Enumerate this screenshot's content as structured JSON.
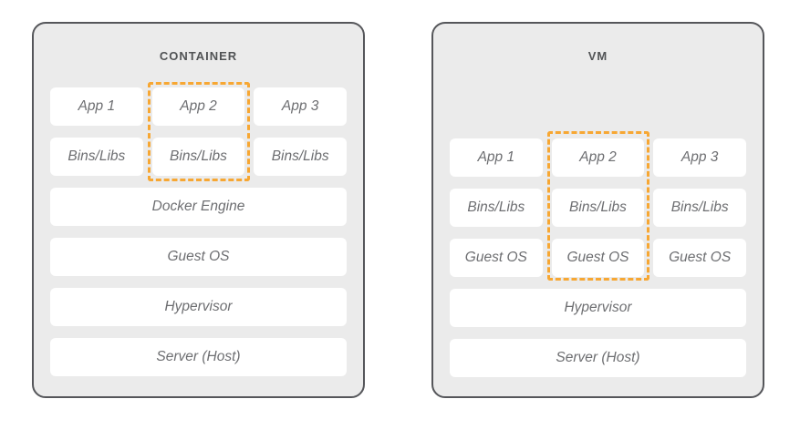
{
  "diagram": {
    "colors": {
      "accent": "#F7A733",
      "panel_bg": "#EBEBEB",
      "panel_border": "#55565A",
      "cell_bg": "#FFFFFF",
      "text_color": "#6D6E71",
      "title_color": "#515355"
    },
    "panels": [
      {
        "title": "CONTAINER",
        "grid": [
          [
            "App 1",
            "App 2",
            "App 3"
          ],
          [
            "Bins/Libs",
            "Bins/Libs",
            "Bins/Libs"
          ]
        ],
        "stack": [
          "Docker Engine",
          "Guest OS",
          "Hypervisor",
          "Server (Host)"
        ],
        "highlight": "App 2 column"
      },
      {
        "title": "VM",
        "grid": [
          [
            "App 1",
            "App 2",
            "App 3"
          ],
          [
            "Bins/Libs",
            "Bins/Libs",
            "Bins/Libs"
          ],
          [
            "Guest OS",
            "Guest OS",
            "Guest OS"
          ]
        ],
        "stack": [
          "Hypervisor",
          "Server (Host)"
        ],
        "highlight": "App 2 column"
      }
    ]
  }
}
